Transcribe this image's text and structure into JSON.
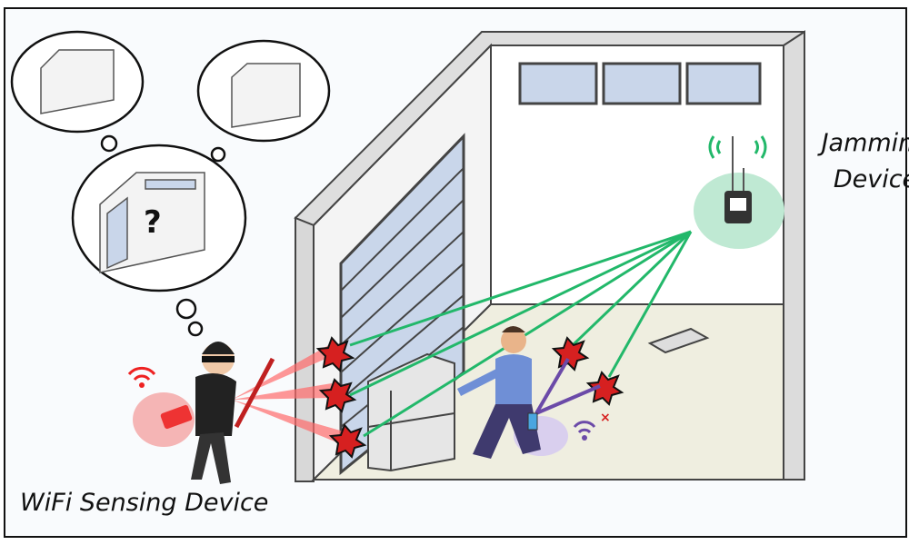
{
  "labels": {
    "jamming_line1": "Jamming",
    "jamming_line2": "Device",
    "wifi_sensing": "WiFi Sensing Device",
    "question": "?"
  },
  "colors": {
    "jam_signal": "#22b86a",
    "sensing_signal": "#ff5555",
    "jammer_glow": "#bfe9d3",
    "sensor_glow": "#f5b5b5",
    "wall": "#e3e3e3",
    "door": "#c9d6ea",
    "floor": "#efeee0",
    "purple": "#6b4aa8"
  }
}
